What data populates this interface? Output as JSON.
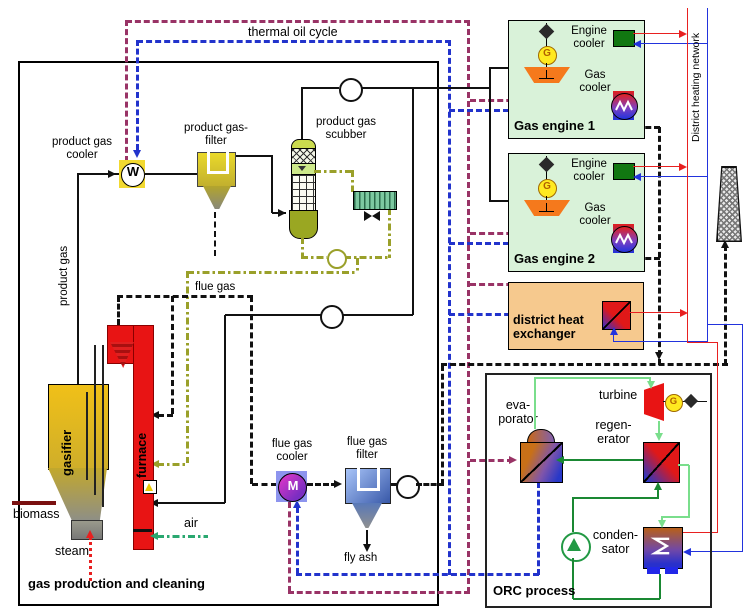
{
  "labels": {
    "thermal_oil_cycle": "thermal oil cycle",
    "district_heating_network": "District heating network"
  },
  "gas_cleaning": {
    "title": "gas production and cleaning",
    "product_gas_cooler": "product gas\ncooler",
    "cooler_symbol": "W",
    "product_gas_filter": "product gas-\nfilter",
    "product_gas_scrubber": "product gas\nscubber",
    "product_gas": "product gas",
    "flue_gas": "flue gas",
    "gasifier": "gasifier",
    "furnace": "furnace",
    "biomass": "biomass",
    "steam": "steam",
    "air": "air",
    "flue_gas_cooler": "flue gas\ncooler",
    "flue_gas_cooler_symbol": "M",
    "flue_gas_filter": "flue gas\nfilter",
    "fly_ash": "fly ash"
  },
  "gas_engine_1": {
    "title": "Gas engine 1",
    "engine_cooler": "Engine\ncooler",
    "gas_cooler": "Gas\ncooler",
    "generator_symbol": "G"
  },
  "gas_engine_2": {
    "title": "Gas engine 2",
    "engine_cooler": "Engine\ncooler",
    "gas_cooler": "Gas\ncooler",
    "generator_symbol": "G"
  },
  "district_heat_exchanger": {
    "title": "district heat\nexchanger"
  },
  "orc": {
    "title": "ORC process",
    "evaporator": "eva-\nporator",
    "turbine": "turbine",
    "generator_symbol": "G",
    "regenerator": "regen-\nerator",
    "condensator": "conden-\nsator"
  },
  "colors": {
    "thermal_oil_hot": "#993366",
    "thermal_oil_cold": "#2233cc",
    "district_heating_supply": "#e82020",
    "district_heating_return": "#2233dd",
    "flue_gas_line": "#111111",
    "orc_vapor": "#7ade8c",
    "orc_liquid": "#1a8833",
    "scrubber_loop": "#9aa02a",
    "air_line": "#2aa870",
    "steam_line": "#e82020",
    "biomass_line": "#7a1010"
  }
}
